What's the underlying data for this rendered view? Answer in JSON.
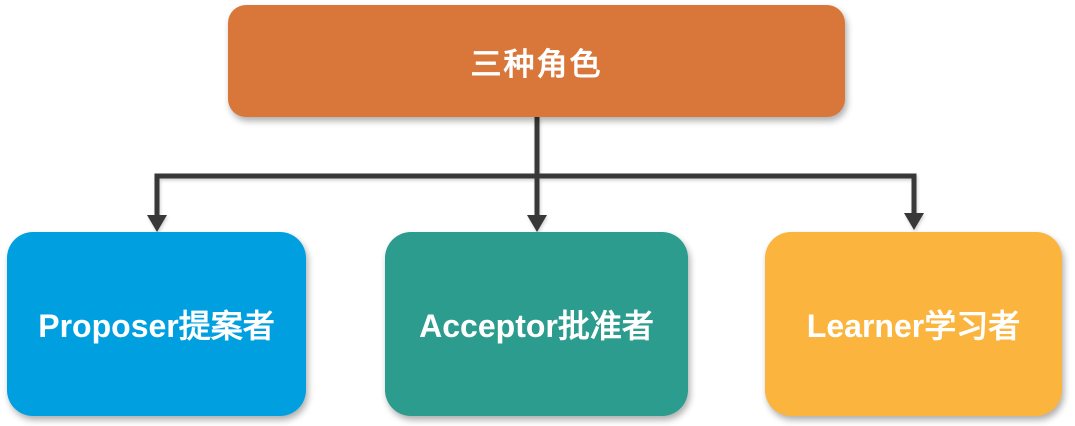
{
  "diagram": {
    "title_node": {
      "label": "三种角色",
      "color": "#D97639"
    },
    "child_nodes": [
      {
        "label": "Proposer提案者",
        "color": "#00A0E0"
      },
      {
        "label": "Acceptor批准者",
        "color": "#2B9C8D"
      },
      {
        "label": "Learner学习者",
        "color": "#FBB43E"
      }
    ],
    "text_color": "#FFFFFF",
    "connector_color": "#383838"
  }
}
